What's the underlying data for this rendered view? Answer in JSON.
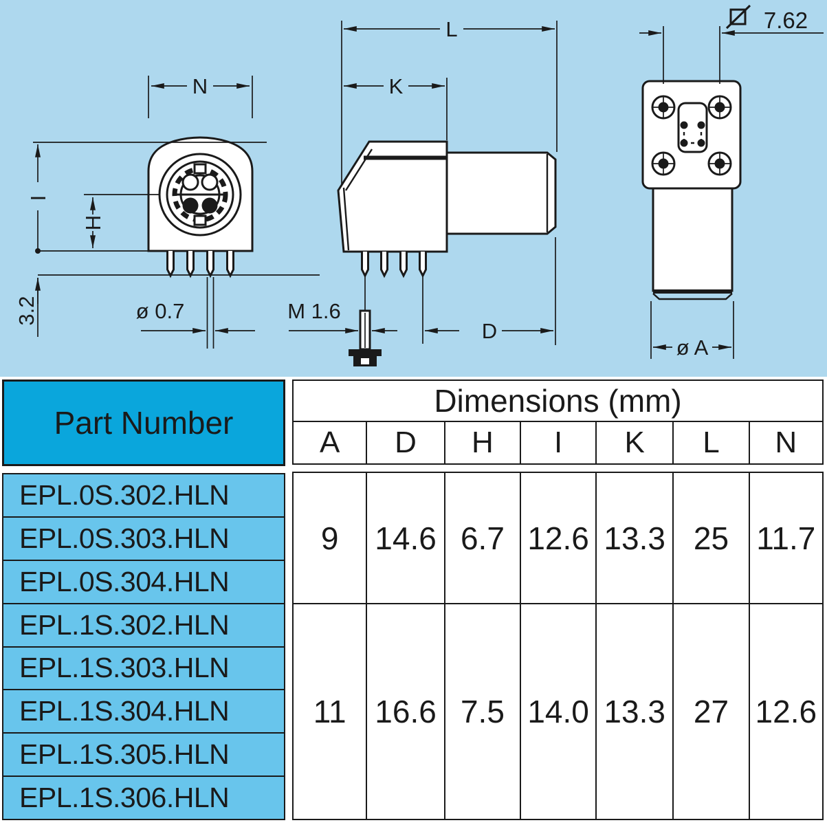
{
  "colors": {
    "background_blue": "#aed8ee",
    "header_cyan": "#0aa6dc",
    "row_blue": "#68c5ec",
    "line": "#1a1a1a",
    "text": "#1a1a1a"
  },
  "drawing": {
    "front_view": {
      "width": "N",
      "height": "I",
      "contact_offset": "H",
      "pin_protrusion": "3.2",
      "pin_diameter": "ø 0.7"
    },
    "side_view": {
      "total_length": "L",
      "body_width": "K",
      "screw_thread": "M 1.6",
      "barrel_length": "D"
    },
    "rear_view": {
      "hole_pitch": "7.62",
      "barrel_diameter": "ø A"
    }
  },
  "table": {
    "part_header": "Part Number",
    "dimensions_header": "Dimensions (mm)",
    "columns": [
      "A",
      "D",
      "H",
      "I",
      "K",
      "L",
      "N"
    ],
    "part_numbers": [
      "EPL.0S.302.HLN",
      "EPL.0S.303.HLN",
      "EPL.0S.304.HLN",
      "EPL.1S.302.HLN",
      "EPL.1S.303.HLN",
      "EPL.1S.304.HLN",
      "EPL.1S.305.HLN",
      "EPL.1S.306.HLN"
    ],
    "groups": [
      {
        "values": [
          "9",
          "14.6",
          "6.7",
          "12.6",
          "13.3",
          "25",
          "11.7"
        ]
      },
      {
        "values": [
          "11",
          "16.6",
          "7.5",
          "14.0",
          "13.3",
          "27",
          "12.6"
        ]
      }
    ]
  }
}
